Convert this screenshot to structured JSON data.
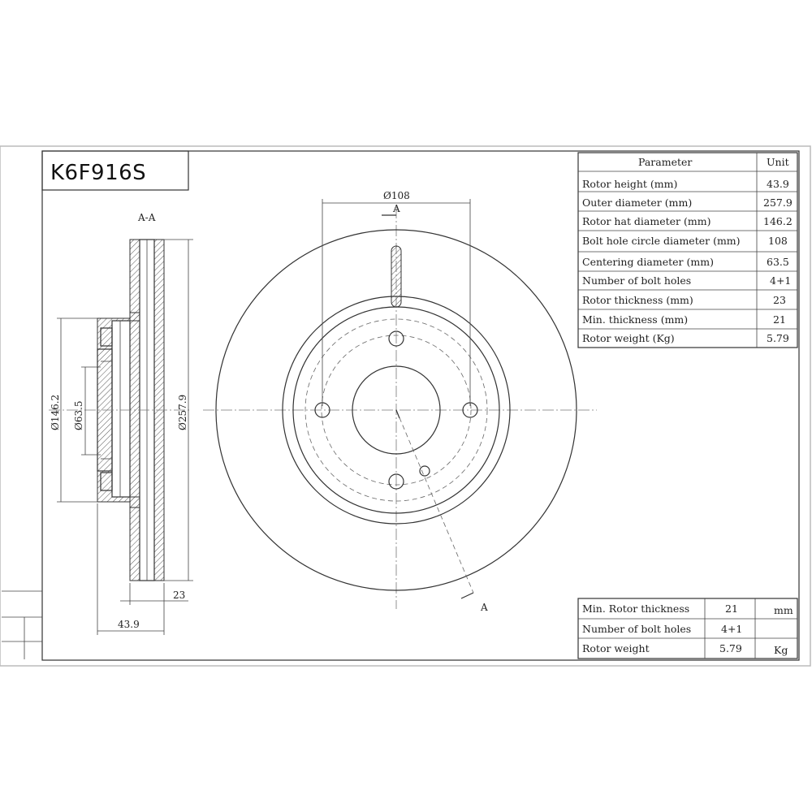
{
  "title": "K6F916S",
  "section_label": "A-A",
  "section_marker": "A",
  "param_table": {
    "headers": [
      "Parameter",
      "Unit"
    ],
    "rows": [
      {
        "param": "Rotor height (mm)",
        "value": "43.9"
      },
      {
        "param": "Outer diameter (mm)",
        "value": "257.9"
      },
      {
        "param": "Rotor hat diameter (mm)",
        "value": "146.2"
      },
      {
        "param": "Bolt hole circle diameter (mm)",
        "value": "108"
      },
      {
        "param": "Centering diameter (mm)",
        "value": "63.5"
      },
      {
        "param": "Number of bolt holes",
        "value": "4+1"
      },
      {
        "param": "Rotor thickness (mm)",
        "value": "23"
      },
      {
        "param": "Min. thickness (mm)",
        "value": "21"
      },
      {
        "param": "Rotor weight (Kg)",
        "value": "5.79"
      }
    ]
  },
  "summary_table": {
    "rows": [
      {
        "label": "Min. Rotor thickness",
        "value": "21",
        "unit": "mm"
      },
      {
        "label": "Number of bolt holes",
        "value": "4+1",
        "unit": ""
      },
      {
        "label": "Rotor weight",
        "value": "5.79",
        "unit": "Kg"
      }
    ]
  },
  "dimensions": {
    "bolt_circle": "Ø108",
    "hat_diameter": "Ø146.2",
    "center_bore": "Ø63.5",
    "outer_diameter": "Ø257.9",
    "thickness": "23",
    "height": "43.9"
  }
}
